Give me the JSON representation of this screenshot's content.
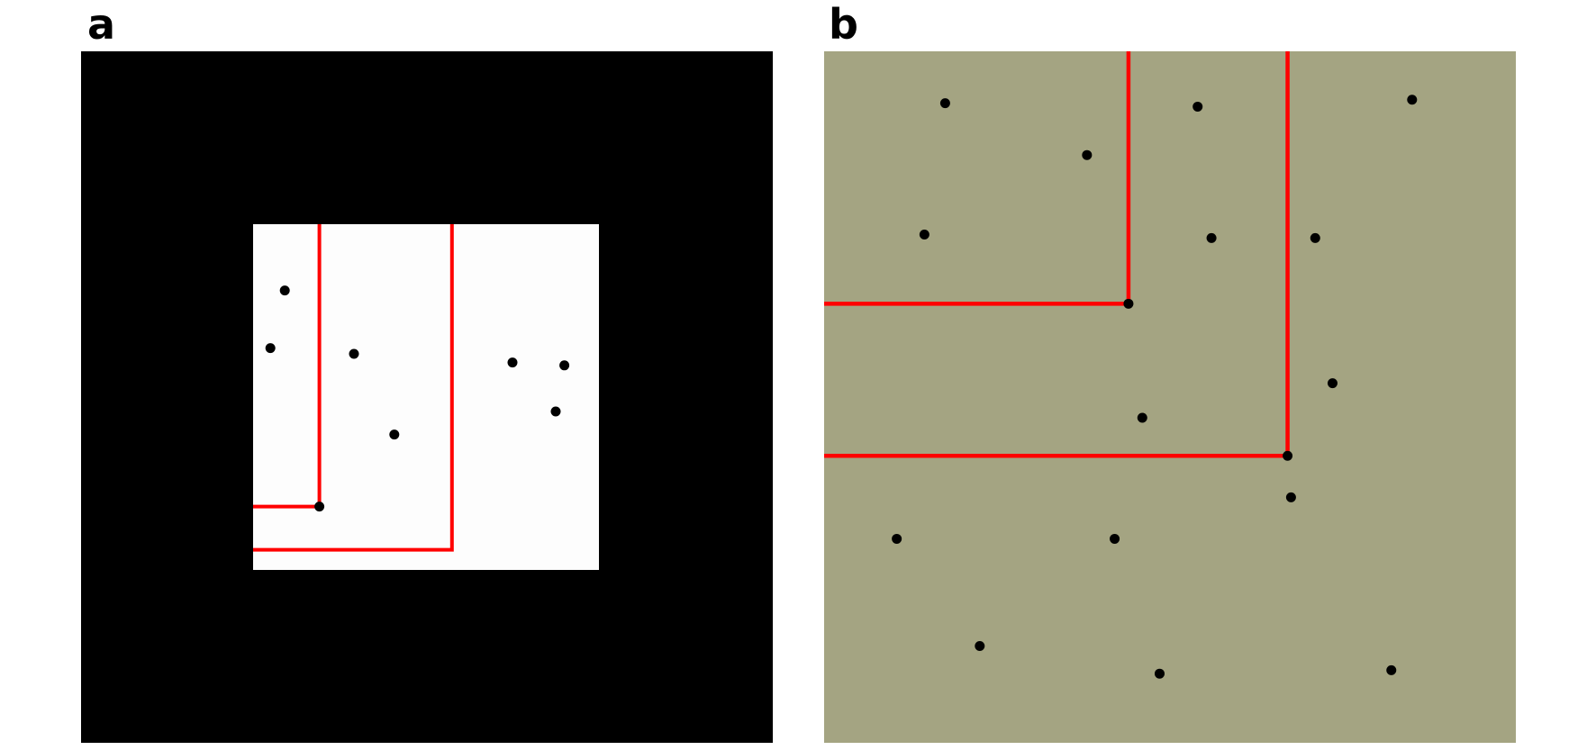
{
  "panels": [
    {
      "label": "a",
      "background_color": "#000000",
      "window_color": "#fdfdfd",
      "point_color": "#000000",
      "line_color": "#ff0000",
      "points": [
        [
          2.3,
          9.8
        ],
        [
          4.9,
          7.3
        ],
        [
          10.5,
          6.5
        ],
        [
          0.6,
          4.3
        ],
        [
          3.5,
          4.5
        ],
        [
          9.0,
          4.8
        ],
        [
          10.8,
          4.9
        ],
        [
          1.1,
          2.3
        ]
      ],
      "staircase_corners": [
        [
          2.3,
          9.8
        ],
        [
          6.9,
          11.3
        ]
      ]
    },
    {
      "label": "b",
      "background_color": "#a4a482",
      "point_color": "#000000",
      "line_color": "#ff0000",
      "points": [
        [
          3.5,
          1.5
        ],
        [
          10.8,
          1.6
        ],
        [
          17.0,
          1.4
        ],
        [
          7.6,
          3.0
        ],
        [
          2.9,
          5.3
        ],
        [
          11.2,
          5.4
        ],
        [
          14.2,
          5.4
        ],
        [
          8.8,
          7.3
        ],
        [
          13.4,
          11.7
        ],
        [
          9.2,
          10.6
        ],
        [
          14.7,
          9.6
        ],
        [
          13.5,
          12.9
        ],
        [
          2.1,
          14.1
        ],
        [
          8.4,
          14.1
        ],
        [
          4.5,
          17.2
        ],
        [
          9.7,
          18.0
        ],
        [
          16.4,
          17.9
        ]
      ],
      "staircase_corners": [
        [
          8.8,
          7.3
        ],
        [
          13.4,
          11.7
        ]
      ]
    }
  ]
}
